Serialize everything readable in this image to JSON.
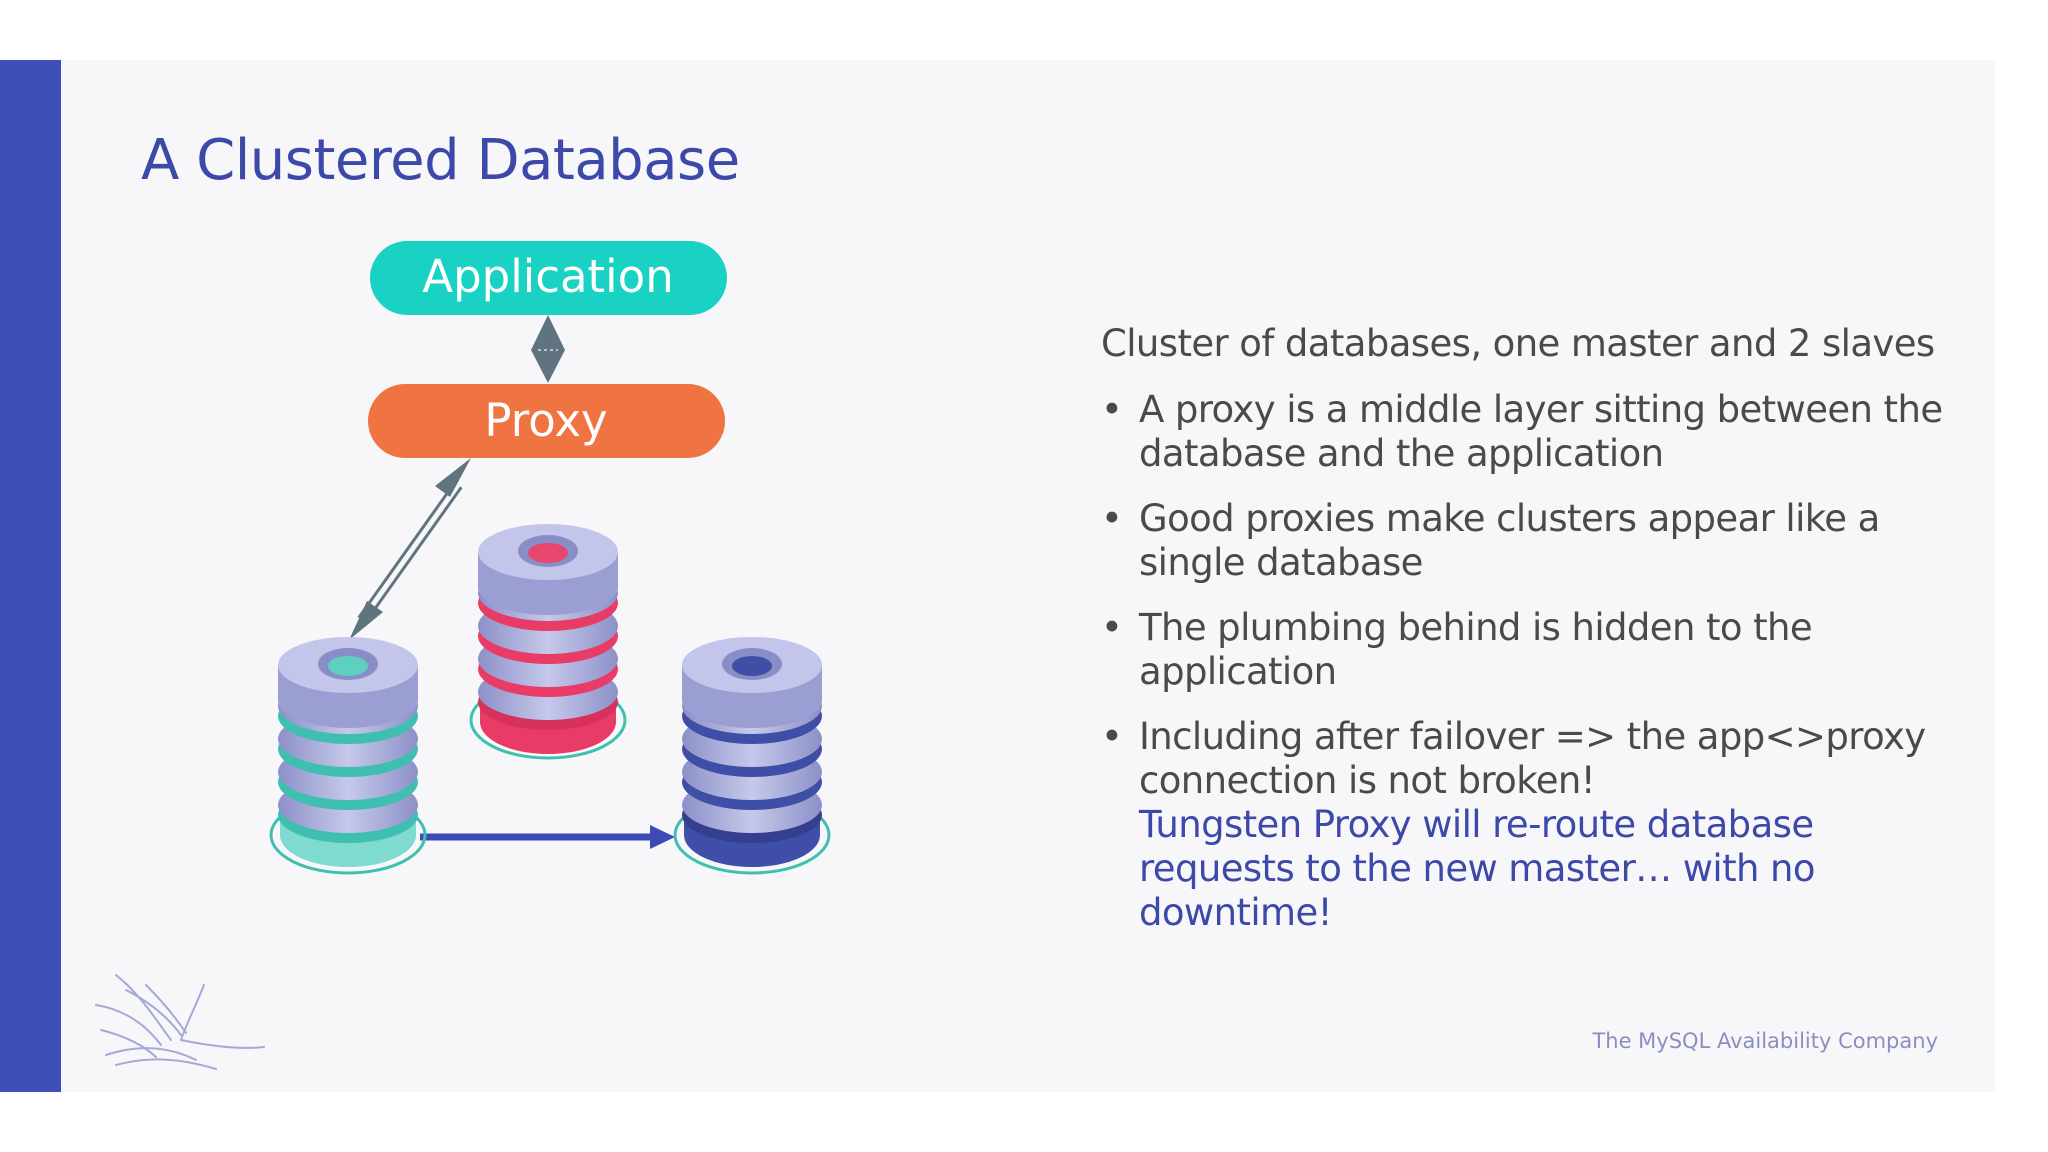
{
  "slide": {
    "title": "A Clustered Database",
    "footer": "The MySQL Availability Company",
    "logo": "continuent-birds-logo"
  },
  "diagram": {
    "application_label": "Application",
    "proxy_label": "Proxy",
    "colors": {
      "application": "#19d2c3",
      "proxy": "#f07342",
      "arrow": "#607480",
      "replication_arrow": "#3c4ab7",
      "db_master_ring": "#3fbfaf",
      "db_slave1_ring": "#e83c66",
      "db_slave2_ring": "#3f4ea6",
      "db_cap": "#a9acd8"
    },
    "databases": [
      "master-database-icon",
      "slave-database-icon",
      "slave-database-icon"
    ]
  },
  "content": {
    "lead": "Cluster of databases, one master and 2 slaves",
    "bullets": [
      "A proxy is a middle layer sitting between the database and the application",
      "Good proxies make clusters appear like a single database",
      "The plumbing behind is hidden to the application",
      "Including after failover => the app<>proxy connection is not broken!"
    ],
    "bullet_symbol": "•",
    "highlight": "Tungsten Proxy will re-route database requests to the new master… with no downtime!"
  },
  "colors": {
    "accent": "#3d49a8",
    "side_bar": "#3e4fb6",
    "body_text": "#4a4a4a",
    "footer_text": "#8a8fc0"
  }
}
